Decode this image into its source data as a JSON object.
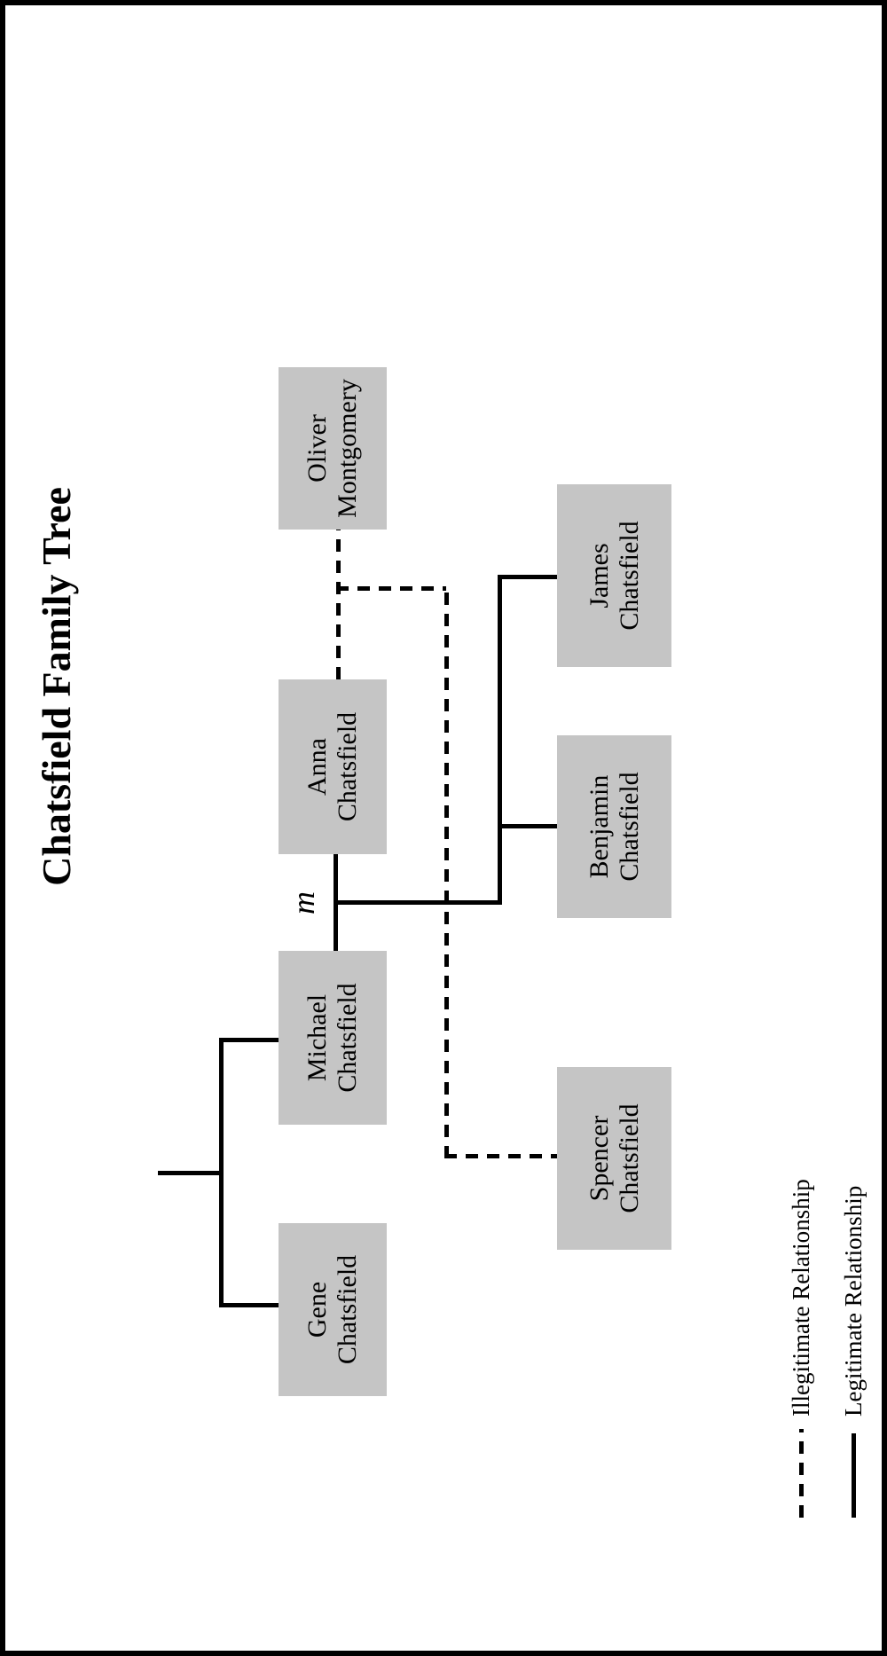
{
  "page": {
    "title": "Chatsfield Family Tree"
  },
  "people": [
    {
      "id": "gene",
      "line1": "Gene",
      "line2": "Chatsfield"
    },
    {
      "id": "michael",
      "line1": "Michael",
      "line2": "Chatsfield"
    },
    {
      "id": "anna",
      "line1": "Anna",
      "line2": "Chatsfield"
    },
    {
      "id": "oliver",
      "line1": "Oliver",
      "line2": "Montgomery"
    },
    {
      "id": "spencer",
      "line1": "Spencer",
      "line2": "Chatsfield"
    },
    {
      "id": "benjamin",
      "line1": "Benjamin",
      "line2": "Chatsfield"
    },
    {
      "id": "james",
      "line1": "James",
      "line2": "Chatsfield"
    }
  ],
  "marriage_label": "m",
  "legend": {
    "illegitimate_label": "Illegitimate Relationship",
    "legitimate_label": "Legitimate Relationship"
  },
  "relationships": {
    "siblings_with_shared_unnamed_parents": [
      "Gene Chatsfield",
      "Michael Chatsfield"
    ],
    "marriage": {
      "between": [
        "Michael Chatsfield",
        "Anna Chatsfield"
      ],
      "label": "m",
      "type": "legitimate"
    },
    "children_of_marriage": [
      "Benjamin Chatsfield",
      "James Chatsfield"
    ],
    "illegitimate_relationship": {
      "between": [
        "Anna Chatsfield",
        "Oliver Montgomery"
      ]
    },
    "child_of_illegitimate_relationship": "Spencer Chatsfield"
  },
  "colors": {
    "box_fill": "#c5c5c5",
    "line": "#000000",
    "page_border": "#000000",
    "background": "#ffffff"
  }
}
